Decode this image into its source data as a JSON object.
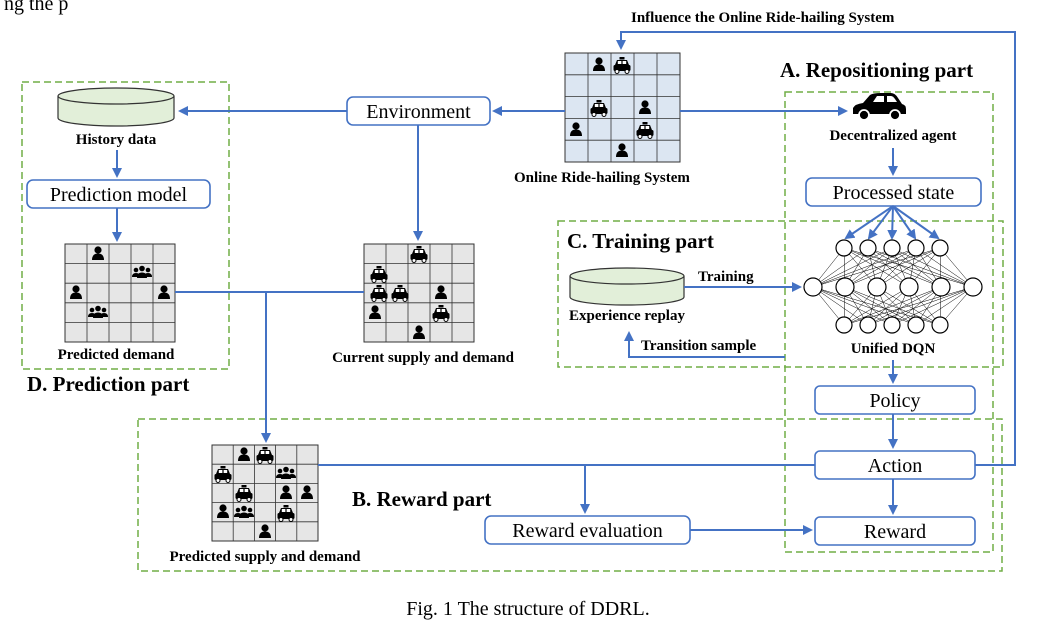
{
  "header_fragment": "ng the p",
  "labels": {
    "influence": "Influence the Online Ride-hailing System",
    "part_a": "A. Repositioning part",
    "part_b": "B. Reward part",
    "part_c": "C. Training part",
    "part_d": "D. Prediction part",
    "environment": "Environment",
    "history_data": "History data",
    "prediction_model": "Prediction model",
    "predicted_demand": "Predicted demand",
    "online_system": "Online Ride-hailing System",
    "current_supply_demand": "Current supply and demand",
    "decentralized_agent": "Decentralized agent",
    "processed_state": "Processed state",
    "experience_replay": "Experience replay",
    "training": "Training",
    "transition_sample": "Transition sample",
    "unified_dqn": "Unified DQN",
    "policy": "Policy",
    "action": "Action",
    "reward": "Reward",
    "reward_evaluation": "Reward evaluation",
    "predicted_supply_demand": "Predicted supply and demand"
  },
  "caption": "Fig. 1 The structure of DDRL.",
  "colors": {
    "arrow": "#4472c4",
    "dashed_border": "#70ad47",
    "grid_fill_gray": "#e6e6e6",
    "grid_fill_blue": "#dce6f2",
    "cylinder_fill": "#e2efd9"
  },
  "icons": [
    "person-icon",
    "taxi-icon",
    "people-group-icon",
    "car-icon",
    "database-icon",
    "neural-network-icon"
  ]
}
